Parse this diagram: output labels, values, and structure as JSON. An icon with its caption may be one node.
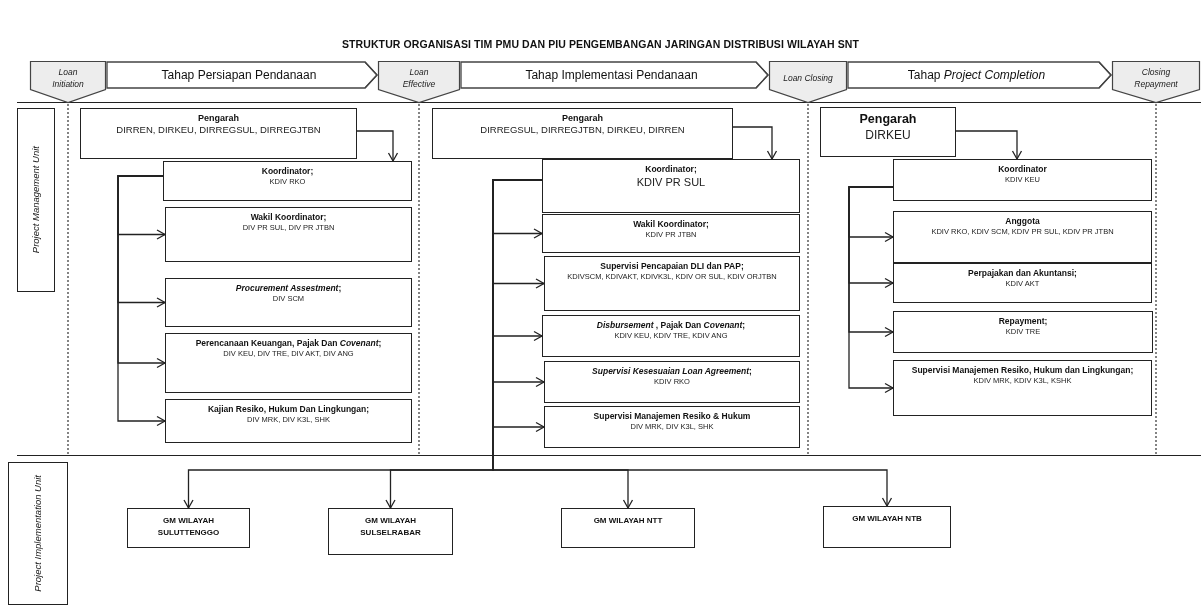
{
  "diagram": {
    "title": "STRUKTUR ORGANISASI TIM PMU DAN PIU PENGEMBANGAN JARINGAN DISTRIBUSI WILAYAH SNT",
    "nodes": [
      {
        "text": [
          "Loan Initiation"
        ]
      },
      {
        "text": [
          "Loan Effective"
        ]
      },
      {
        "text": [
          "Loan Closing"
        ]
      },
      {
        "text": [
          "Closing Repayment"
        ]
      },
      {
        "text": [
          "Project Management Unit"
        ]
      },
      {
        "text": [
          "Pengarah",
          "DIRREN, DIRKEU, DIRREGSUL, DIRREGJTBN"
        ]
      },
      {
        "text": [
          "Koordinator;",
          "KDIV RKO"
        ]
      },
      {
        "text": [
          "Wakil Koordinator;",
          "DIV PR SUL, DIV PR JTBN"
        ]
      },
      {
        "text": [
          "*Procurement Assestment*;",
          "DIV SCM"
        ]
      },
      {
        "text": [
          "Perencanaan Keuangan, Pajak Dan *Covenant*;",
          "DIV KEU, DIV TRE, DIV AKT, DIV ANG"
        ]
      },
      {
        "text": [
          "Kajian Resiko, Hukum Dan Lingkungan;",
          "DIV MRK, DIV K3L, SHK"
        ]
      },
      {
        "text": [
          "Pengarah",
          "DIRREGSUL, DIRREGJTBN, DIRKEU, DIRREN"
        ]
      },
      {
        "text": [
          "Koordinator;",
          "KDIV PR SUL"
        ]
      },
      {
        "text": [
          "Wakil Koordinator;",
          "KDIV PR JTBN"
        ]
      },
      {
        "text": [
          "Supervisi Pencapaian DLI dan PAP;",
          "KDIVSCM, KDIVAKT, KDIVK3L, KDIV OR SUL, KDIV ORJTBN"
        ]
      },
      {
        "text": [
          "*Disbursement* , Pajak Dan *Covenant*;",
          "KDIV KEU, KDIV TRE, KDIV ANG"
        ]
      },
      {
        "text": [
          "*Supervisi Kesesuaian Loan Agreement*;",
          "KDIV RKO"
        ]
      },
      {
        "text": [
          "Supervisi Manajemen Resiko & Hukum",
          "DIV MRK, DIV K3L, SHK"
        ]
      },
      {
        "text": [
          "Pengarah",
          "DIRKEU"
        ]
      },
      {
        "text": [
          "Koordinator",
          "KDIV KEU"
        ]
      },
      {
        "text": [
          "Anggota",
          "KDIV RKO, KDIV SCM, KDIV PR SUL, KDIV PR JTBN"
        ]
      },
      {
        "text": [
          "Perpajakan dan Akuntansi;",
          "KDIV AKT"
        ]
      },
      {
        "text": [
          "Repayment;",
          "KDIV TRE"
        ]
      },
      {
        "text": [
          "Supervisi Manajemen Resiko, Hukum dan Lingkungan;",
          "KDIV MRK, KDIV K3L, KSHK"
        ]
      },
      {
        "text": [
          "Project Implementation Unit"
        ]
      },
      {
        "text": [
          "GM WILAYAH SULUTTENGGO"
        ]
      },
      {
        "text": [
          "GM WILAYAH SULSELRABAR"
        ]
      },
      {
        "text": [
          "GM WILAYAH NTT"
        ]
      },
      {
        "text": [
          "GM WILAYAH NTB"
        ]
      }
    ],
    "edges": [
      {
        "from": 0,
        "to": 1,
        "arrow": "to",
        "label": "Tahap Persiapan Pendanaan"
      },
      {
        "from": 1,
        "to": 2,
        "arrow": "to",
        "label": "Tahap Implementasi Pendanaan"
      },
      {
        "from": 2,
        "to": 3,
        "arrow": "to",
        "label": "Tahap *Project Completion*"
      },
      {
        "from": 5,
        "to": 6,
        "arrow": "to"
      },
      {
        "from": 6,
        "to": 7,
        "arrow": "to"
      },
      {
        "from": 6,
        "to": 8,
        "arrow": "to"
      },
      {
        "from": 6,
        "to": 9,
        "arrow": "to"
      },
      {
        "from": 6,
        "to": 10,
        "arrow": "to"
      },
      {
        "from": 11,
        "to": 12,
        "arrow": "to"
      },
      {
        "from": 12,
        "to": 13,
        "arrow": "to"
      },
      {
        "from": 12,
        "to": 14,
        "arrow": "to"
      },
      {
        "from": 12,
        "to": 15,
        "arrow": "to"
      },
      {
        "from": 12,
        "to": 16,
        "arrow": "to"
      },
      {
        "from": 12,
        "to": 17,
        "arrow": "to"
      },
      {
        "from": 12,
        "to": 25,
        "arrow": "to"
      },
      {
        "from": 12,
        "to": 26,
        "arrow": "to"
      },
      {
        "from": 12,
        "to": 27,
        "arrow": "to"
      },
      {
        "from": 12,
        "to": 28,
        "arrow": "to"
      },
      {
        "from": 18,
        "to": 19,
        "arrow": "to"
      },
      {
        "from": 19,
        "to": 20,
        "arrow": "to"
      },
      {
        "from": 19,
        "to": 21,
        "arrow": "to"
      },
      {
        "from": 19,
        "to": 22,
        "arrow": "to"
      },
      {
        "from": 19,
        "to": 23,
        "arrow": "to"
      }
    ]
  }
}
